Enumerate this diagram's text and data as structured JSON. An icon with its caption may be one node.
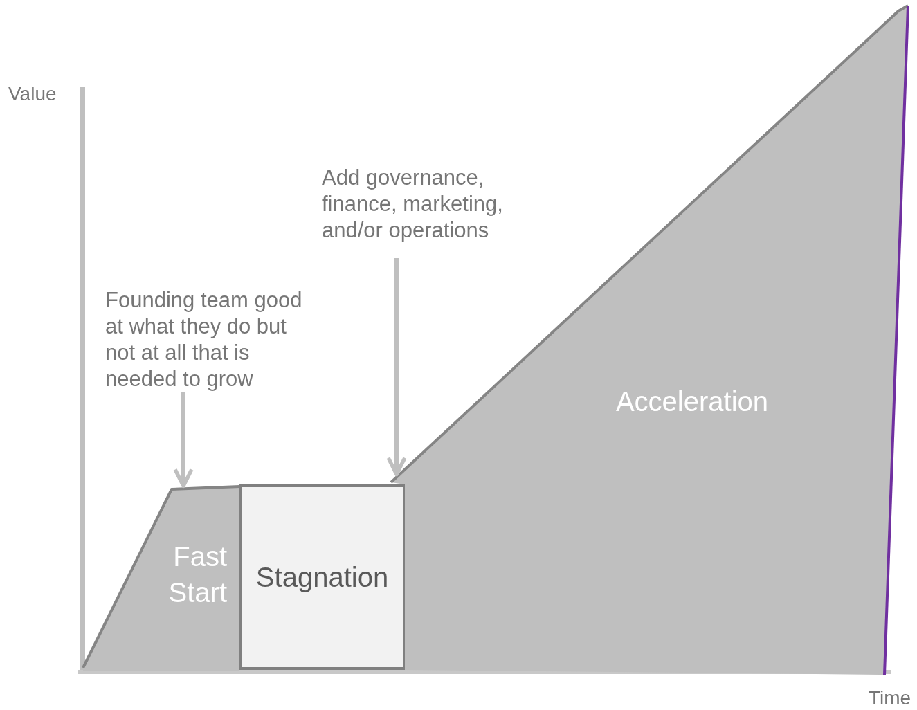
{
  "diagram": {
    "nodes": [
      {
        "text": [
          "Fast Start"
        ]
      },
      {
        "text": [
          "Stagnation"
        ]
      },
      {
        "text": [
          "Acceleration"
        ]
      },
      {
        "text": [
          "Founding team good at what they do but not at all that is needed to grow"
        ]
      },
      {
        "text": [
          "Add governance, finance, marketing, and/or operations"
        ]
      }
    ],
    "edges": [
      {
        "from": 3,
        "to": 0,
        "arrow": "to"
      },
      {
        "from": 4,
        "to": 2,
        "arrow": "to"
      }
    ],
    "labels": [
      "Value",
      "Time"
    ]
  }
}
